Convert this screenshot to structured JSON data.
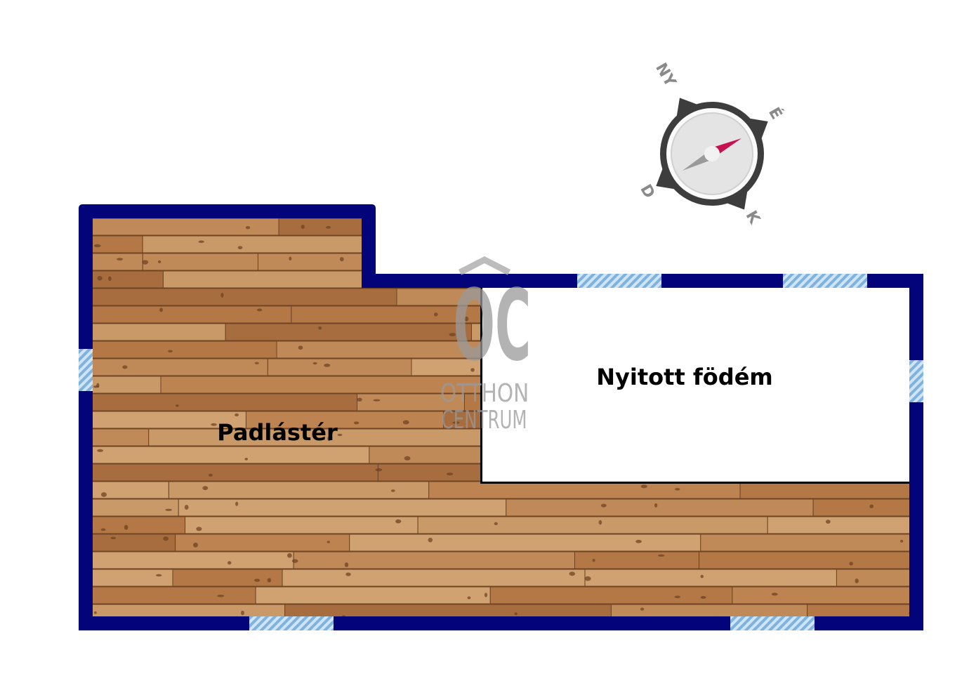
{
  "rooms": {
    "attic": {
      "label": "Padlástér"
    },
    "open_ceiling": {
      "label": "Nyitott födém"
    }
  },
  "compass": {
    "north": "É",
    "south": "D",
    "east": "K",
    "west": "NY"
  },
  "watermark": {
    "monogram": "OC",
    "line1": "OTTHON",
    "line2": "CENTRUM"
  },
  "colors": {
    "wall": "#04047a",
    "window": "#9ec9ea",
    "wood": "#b8804f",
    "compass_needle": "#c8104f"
  }
}
